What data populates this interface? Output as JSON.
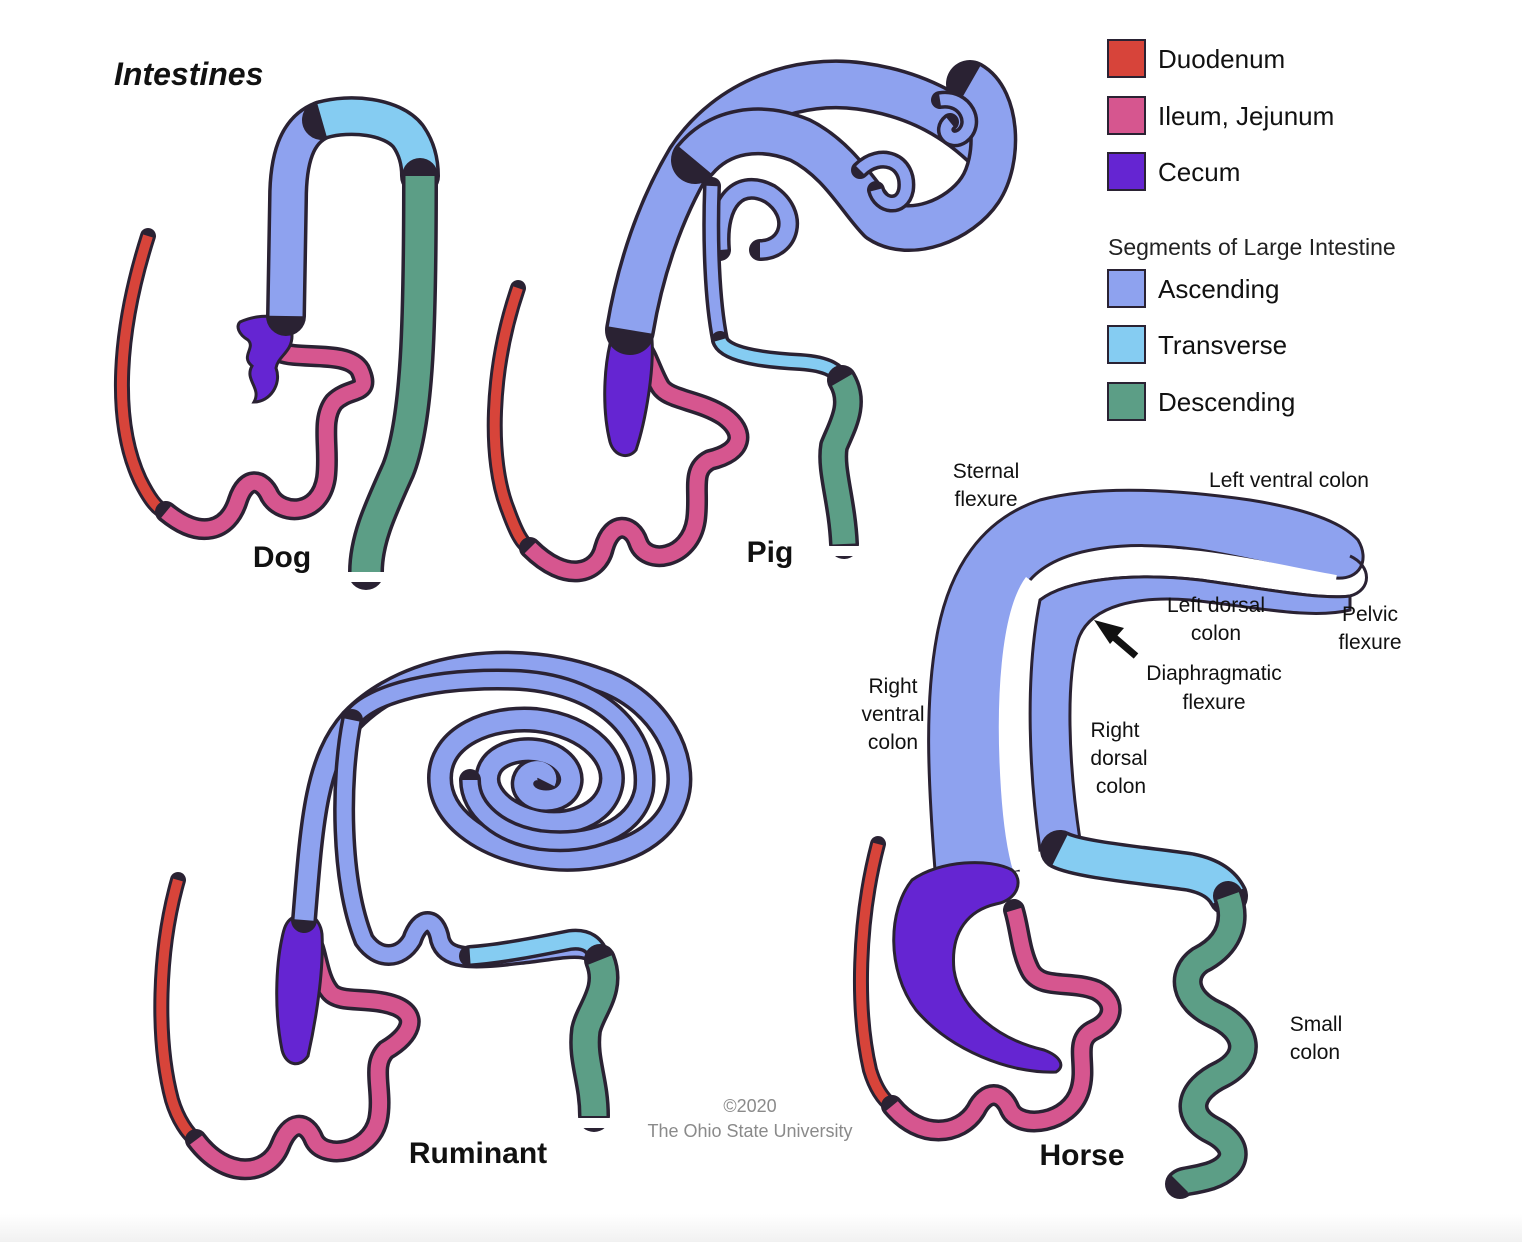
{
  "title": "Intestines",
  "colors": {
    "duodenum": "#d7443a",
    "ileum_jejunum": "#d6568f",
    "cecum": "#6525d2",
    "ascending": "#8ea2ef",
    "transverse": "#85ccf2",
    "descending": "#5c9e86",
    "outline": "#2a2233"
  },
  "legend": {
    "items": [
      {
        "label": "Duodenum",
        "color": "#d7443a"
      },
      {
        "label": "Ileum, Jejunum",
        "color": "#d6568f"
      },
      {
        "label": "Cecum",
        "color": "#6525d2"
      }
    ],
    "segments_heading": "Segments of Large Intestine",
    "segments": [
      {
        "label": "Ascending",
        "color": "#8ea2ef"
      },
      {
        "label": "Transverse",
        "color": "#85ccf2"
      },
      {
        "label": "Descending",
        "color": "#5c9e86"
      }
    ]
  },
  "animals": {
    "dog": "Dog",
    "pig": "Pig",
    "ruminant": "Ruminant",
    "horse": "Horse"
  },
  "horse_labels": {
    "sternal_1": "Sternal",
    "sternal_2": "flexure",
    "left_ventral": "Left ventral colon",
    "left_dorsal_1": "Left dorsal",
    "left_dorsal_2": "colon",
    "pelvic_1": "Pelvic",
    "pelvic_2": "flexure",
    "diaphragmatic_1": "Diaphragmatic",
    "diaphragmatic_2": "flexure",
    "right_ventral_1": "Right",
    "right_ventral_2": "ventral",
    "right_ventral_3": "colon",
    "right_dorsal_1": "Right",
    "right_dorsal_2": "dorsal",
    "right_dorsal_3": "colon",
    "small_colon_1": "Small",
    "small_colon_2": "colon"
  },
  "copyright": {
    "line1": "©2020",
    "line2": "The Ohio State University"
  }
}
